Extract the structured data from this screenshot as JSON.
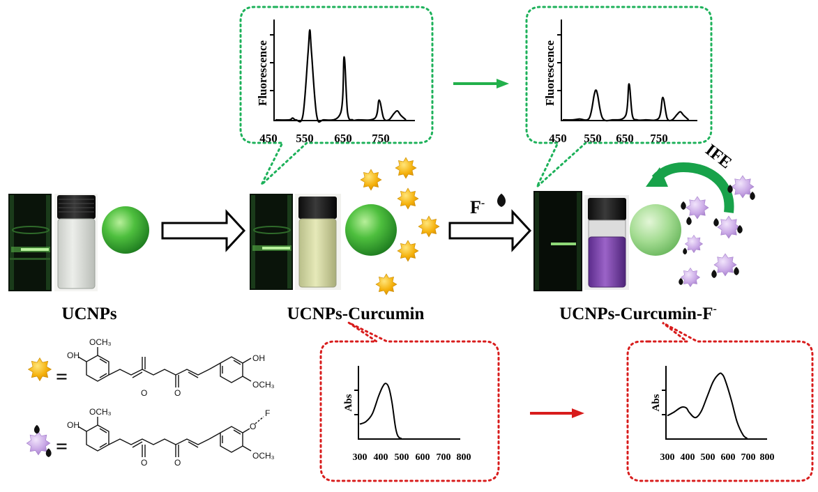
{
  "labels": {
    "ucnps": "UCNPs",
    "ucnps_curcumin": "UCNPs-Curcumin",
    "ucnps_curcumin_f": "UCNPs-Curcumin-F",
    "ucnps_curcumin_f_sup": "-",
    "fluoride": "F",
    "fluoride_sup": "-",
    "ife": "IFE",
    "equals": "="
  },
  "colors": {
    "green_dotted": "#1db15a",
    "red_dotted": "#d81c1c",
    "green_arrow": "#22b04b",
    "red_arrow": "#d81c1c",
    "ife_arrow": "#18a24a",
    "curcumin_particle": "#f5b20d",
    "complex_particle": "#c9a8e6",
    "ucnp_sphere": "#48b83b",
    "ucnp_sphere_faded": "#9ed88e"
  },
  "structures": {
    "curcumin": {
      "oh_left": "OH",
      "och3_top": "OCH₃",
      "oh_right": "OH",
      "och3_right": "OCH₃",
      "o1": "O",
      "o2": "O"
    },
    "complex": {
      "oh_left": "OH",
      "och3_top": "OCH₃",
      "o_right": "O",
      "f_label": "F",
      "och3_right": "OCH₃",
      "o1": "O",
      "o2": "O"
    }
  },
  "chart_data": [
    {
      "type": "line",
      "ylabel": "Fluorescence",
      "x_ticks": [
        "450",
        "550",
        "650",
        "750"
      ],
      "xlim": [
        450,
        850
      ],
      "x": [
        450,
        490,
        500,
        510,
        530,
        545,
        550,
        555,
        570,
        590,
        640,
        650,
        660,
        675,
        690,
        740,
        752,
        765,
        780,
        795,
        805,
        815,
        830
      ],
      "values": [
        0,
        0,
        2,
        0,
        5,
        75,
        100,
        75,
        5,
        0,
        8,
        70,
        8,
        0,
        0,
        2,
        22,
        2,
        0,
        7,
        10,
        5,
        0
      ],
      "ylim": [
        0,
        110
      ]
    },
    {
      "type": "line",
      "ylabel": "Fluorescence",
      "x_ticks": [
        "450",
        "550",
        "650",
        "750"
      ],
      "xlim": [
        450,
        850
      ],
      "x": [
        450,
        480,
        500,
        530,
        545,
        550,
        555,
        570,
        600,
        640,
        650,
        660,
        675,
        700,
        740,
        752,
        765,
        780,
        795,
        805,
        815,
        830
      ],
      "values": [
        0,
        0,
        1,
        2,
        28,
        33,
        28,
        2,
        0,
        5,
        40,
        5,
        0,
        0,
        2,
        25,
        2,
        0,
        6,
        9,
        5,
        0
      ],
      "ylim": [
        0,
        110
      ]
    },
    {
      "type": "line",
      "ylabel": "Abs",
      "x_ticks": [
        "300",
        "400",
        "500",
        "600",
        "700",
        "800"
      ],
      "xlim": [
        300,
        800
      ],
      "x": [
        300,
        330,
        360,
        390,
        410,
        425,
        440,
        455,
        470,
        480,
        490,
        500
      ],
      "values": [
        22,
        26,
        38,
        65,
        80,
        85,
        78,
        55,
        20,
        6,
        1,
        0
      ],
      "ylim": [
        0,
        110
      ]
    },
    {
      "type": "line",
      "ylabel": "Abs",
      "x_ticks": [
        "300",
        "400",
        "500",
        "600",
        "700",
        "800"
      ],
      "xlim": [
        300,
        800
      ],
      "x": [
        300,
        330,
        370,
        395,
        410,
        440,
        470,
        500,
        530,
        560,
        575,
        590,
        620,
        650,
        680,
        700
      ],
      "values": [
        35,
        40,
        48,
        47,
        40,
        32,
        42,
        65,
        88,
        100,
        99,
        90,
        60,
        25,
        5,
        0
      ],
      "ylim": [
        0,
        110
      ]
    }
  ]
}
